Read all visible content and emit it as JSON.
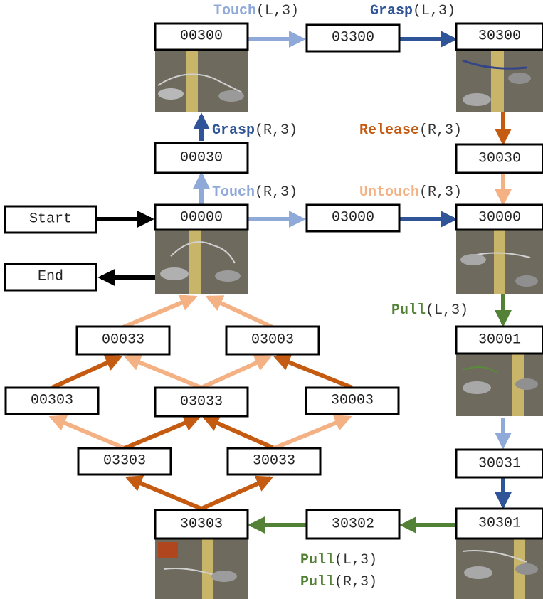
{
  "colors": {
    "touch": "#8fa9d9",
    "grasp": "#2f5497",
    "release": "#c55a11",
    "untouch": "#f4b183",
    "pull": "#538135",
    "black": "#000000"
  },
  "states": [
    {
      "id": "start",
      "label": "Start"
    },
    {
      "id": "end",
      "label": "End"
    },
    {
      "id": "s00300",
      "label": "00300"
    },
    {
      "id": "s03300",
      "label": "03300"
    },
    {
      "id": "s30300",
      "label": "30300"
    },
    {
      "id": "s00030",
      "label": "00030"
    },
    {
      "id": "s30030",
      "label": "30030"
    },
    {
      "id": "s00000",
      "label": "00000"
    },
    {
      "id": "s03000",
      "label": "03000"
    },
    {
      "id": "s30000",
      "label": "30000"
    },
    {
      "id": "s30001",
      "label": "30001"
    },
    {
      "id": "s30031",
      "label": "30031"
    },
    {
      "id": "s30301",
      "label": "30301"
    },
    {
      "id": "s30302",
      "label": "30302"
    },
    {
      "id": "s30303",
      "label": "30303"
    },
    {
      "id": "s00033",
      "label": "00033"
    },
    {
      "id": "s03003",
      "label": "03003"
    },
    {
      "id": "s00303",
      "label": "00303"
    },
    {
      "id": "s03033",
      "label": "03033"
    },
    {
      "id": "s30003",
      "label": "30003"
    },
    {
      "id": "s03303",
      "label": "03303"
    },
    {
      "id": "s30033",
      "label": "30033"
    }
  ],
  "transitions": [
    {
      "id": "t-touch-l",
      "verb": "Touch",
      "args": "(L,3)",
      "color": "touch"
    },
    {
      "id": "t-grasp-l",
      "verb": "Grasp",
      "args": "(L,3)",
      "color": "grasp"
    },
    {
      "id": "t-grasp-r",
      "verb": "Grasp",
      "args": "(R,3)",
      "color": "grasp"
    },
    {
      "id": "t-release-r",
      "verb": "Release",
      "args": "(R,3)",
      "color": "release"
    },
    {
      "id": "t-touch-r",
      "verb": "Touch",
      "args": "(R,3)",
      "color": "touch"
    },
    {
      "id": "t-untouch-r",
      "verb": "Untouch",
      "args": "(R,3)",
      "color": "untouch"
    },
    {
      "id": "t-pull-l1",
      "verb": "Pull",
      "args": "(L,3)",
      "color": "pull"
    },
    {
      "id": "t-pull-l2",
      "verb": "Pull",
      "args": "(L,3)",
      "color": "pull"
    },
    {
      "id": "t-pull-r",
      "verb": "Pull",
      "args": "(R,3)",
      "color": "pull"
    }
  ]
}
